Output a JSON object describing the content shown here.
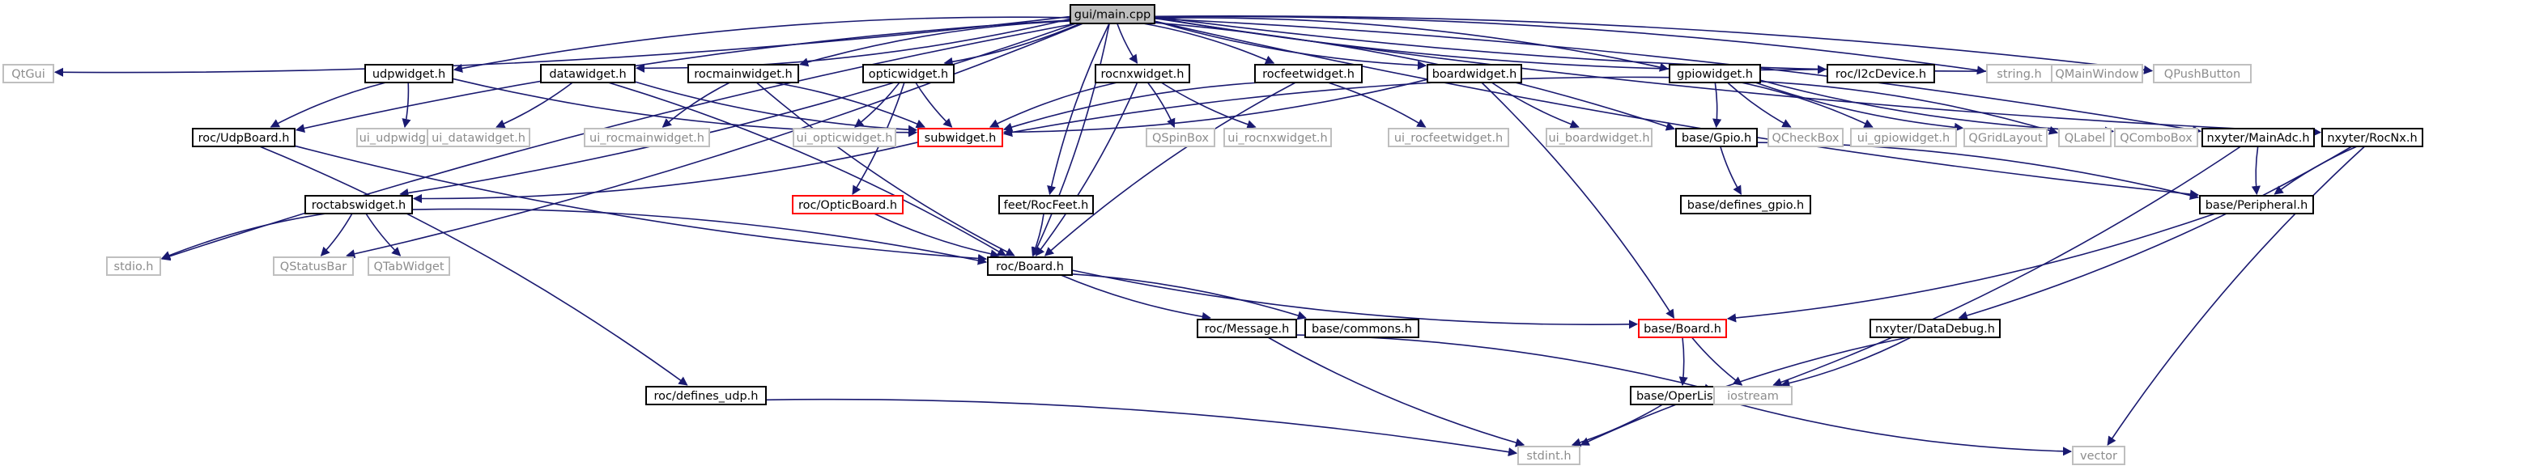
{
  "nodes": [
    {
      "id": "main",
      "label": "gui/main.cpp",
      "style": "root"
    },
    {
      "id": "qtgui",
      "label": "QtGui",
      "style": "ext"
    },
    {
      "id": "udpwidget",
      "label": "udpwidget.h",
      "style": "normal"
    },
    {
      "id": "datawidget",
      "label": "datawidget.h",
      "style": "normal"
    },
    {
      "id": "rocmainwidget",
      "label": "rocmainwidget.h",
      "style": "normal"
    },
    {
      "id": "opticwidget",
      "label": "opticwidget.h",
      "style": "normal"
    },
    {
      "id": "rocnxwidget",
      "label": "rocnxwidget.h",
      "style": "normal"
    },
    {
      "id": "rocfeetwidget",
      "label": "rocfeetwidget.h",
      "style": "normal"
    },
    {
      "id": "boardwidget",
      "label": "boardwidget.h",
      "style": "normal"
    },
    {
      "id": "gpiowidget",
      "label": "gpiowidget.h",
      "style": "normal"
    },
    {
      "id": "i2cdevice",
      "label": "roc/I2cDevice.h",
      "style": "normal"
    },
    {
      "id": "stringh",
      "label": "string.h",
      "style": "ext"
    },
    {
      "id": "qmainwindow",
      "label": "QMainWindow",
      "style": "ext"
    },
    {
      "id": "qpushbutton",
      "label": "QPushButton",
      "style": "ext"
    },
    {
      "id": "udpboard",
      "label": "roc/UdpBoard.h",
      "style": "normal"
    },
    {
      "id": "ui_udpwidget",
      "label": "ui_udpwidget.h",
      "style": "ext"
    },
    {
      "id": "ui_datawidget",
      "label": "ui_datawidget.h",
      "style": "ext"
    },
    {
      "id": "ui_rocmainwidget",
      "label": "ui_rocmainwidget.h",
      "style": "ext"
    },
    {
      "id": "ui_opticwidget",
      "label": "ui_opticwidget.h",
      "style": "ext"
    },
    {
      "id": "subwidget",
      "label": "subwidget.h",
      "style": "red"
    },
    {
      "id": "qspinbox",
      "label": "QSpinBox",
      "style": "ext"
    },
    {
      "id": "ui_rocnxwidget",
      "label": "ui_rocnxwidget.h",
      "style": "ext"
    },
    {
      "id": "ui_rocfeetwidget",
      "label": "ui_rocfeetwidget.h",
      "style": "ext"
    },
    {
      "id": "ui_boardwidget",
      "label": "ui_boardwidget.h",
      "style": "ext"
    },
    {
      "id": "basegpio",
      "label": "base/Gpio.h",
      "style": "normal"
    },
    {
      "id": "qcheckbox",
      "label": "QCheckBox",
      "style": "ext"
    },
    {
      "id": "ui_gpiowidget",
      "label": "ui_gpiowidget.h",
      "style": "ext"
    },
    {
      "id": "qgridlayout",
      "label": "QGridLayout",
      "style": "ext"
    },
    {
      "id": "qlabel",
      "label": "QLabel",
      "style": "ext"
    },
    {
      "id": "qcombobox",
      "label": "QComboBox",
      "style": "ext"
    },
    {
      "id": "mainadc",
      "label": "nxyter/MainAdc.h",
      "style": "normal"
    },
    {
      "id": "rocnx",
      "label": "nxyter/RocNx.h",
      "style": "normal"
    },
    {
      "id": "roctabswidget",
      "label": "roctabswidget.h",
      "style": "normal"
    },
    {
      "id": "opticboard",
      "label": "roc/OpticBoard.h",
      "style": "red"
    },
    {
      "id": "rocfeet",
      "label": "feet/RocFeet.h",
      "style": "normal"
    },
    {
      "id": "definesgpio",
      "label": "base/defines_gpio.h",
      "style": "normal"
    },
    {
      "id": "peripheral",
      "label": "base/Peripheral.h",
      "style": "normal"
    },
    {
      "id": "stdioh",
      "label": "stdio.h",
      "style": "ext"
    },
    {
      "id": "qstatusbar",
      "label": "QStatusBar",
      "style": "ext"
    },
    {
      "id": "qtabwidget",
      "label": "QTabWidget",
      "style": "ext"
    },
    {
      "id": "rocboard",
      "label": "roc/Board.h",
      "style": "normal"
    },
    {
      "id": "rocmessage",
      "label": "roc/Message.h",
      "style": "normal"
    },
    {
      "id": "basecommons",
      "label": "base/commons.h",
      "style": "normal"
    },
    {
      "id": "baseboard",
      "label": "base/Board.h",
      "style": "red"
    },
    {
      "id": "datadebug",
      "label": "nxyter/DataDebug.h",
      "style": "normal"
    },
    {
      "id": "definesudp",
      "label": "roc/defines_udp.h",
      "style": "normal"
    },
    {
      "id": "operlist",
      "label": "base/OperList.h",
      "style": "normal"
    },
    {
      "id": "iostream",
      "label": "iostream",
      "style": "ext"
    },
    {
      "id": "stdint",
      "label": "stdint.h",
      "style": "ext"
    },
    {
      "id": "vector",
      "label": "vector",
      "style": "ext"
    }
  ],
  "edges": [
    [
      "main",
      "qtgui"
    ],
    [
      "main",
      "udpwidget"
    ],
    [
      "main",
      "datawidget"
    ],
    [
      "main",
      "rocmainwidget"
    ],
    [
      "main",
      "opticwidget"
    ],
    [
      "main",
      "rocnxwidget"
    ],
    [
      "main",
      "rocfeetwidget"
    ],
    [
      "main",
      "boardwidget"
    ],
    [
      "main",
      "gpiowidget"
    ],
    [
      "main",
      "i2cdevice"
    ],
    [
      "main",
      "stringh"
    ],
    [
      "main",
      "qmainwindow"
    ],
    [
      "main",
      "qpushbutton"
    ],
    [
      "main",
      "udpboard"
    ],
    [
      "main",
      "roctabswidget"
    ],
    [
      "main",
      "stdioh"
    ],
    [
      "main",
      "qstatusbar"
    ],
    [
      "main",
      "rocfeet"
    ],
    [
      "main",
      "rocboard"
    ],
    [
      "main",
      "rocnx"
    ],
    [
      "main",
      "mainadc"
    ],
    [
      "main",
      "peripheral"
    ],
    [
      "main",
      "basegpio"
    ],
    [
      "udpwidget",
      "udpboard"
    ],
    [
      "udpwidget",
      "ui_udpwidget"
    ],
    [
      "udpwidget",
      "subwidget"
    ],
    [
      "datawidget",
      "ui_datawidget"
    ],
    [
      "datawidget",
      "subwidget"
    ],
    [
      "datawidget",
      "rocboard"
    ],
    [
      "rocmainwidget",
      "ui_rocmainwidget"
    ],
    [
      "rocmainwidget",
      "subwidget"
    ],
    [
      "rocmainwidget",
      "rocboard"
    ],
    [
      "opticwidget",
      "ui_opticwidget"
    ],
    [
      "opticwidget",
      "subwidget"
    ],
    [
      "opticwidget",
      "opticboard"
    ],
    [
      "rocnxwidget",
      "subwidget"
    ],
    [
      "rocnxwidget",
      "qspinbox"
    ],
    [
      "rocnxwidget",
      "ui_rocnxwidget"
    ],
    [
      "rocnxwidget",
      "rocboard"
    ],
    [
      "rocfeetwidget",
      "subwidget"
    ],
    [
      "rocfeetwidget",
      "ui_rocfeetwidget"
    ],
    [
      "rocfeetwidget",
      "rocboard"
    ],
    [
      "boardwidget",
      "subwidget"
    ],
    [
      "boardwidget",
      "ui_boardwidget"
    ],
    [
      "boardwidget",
      "baseboard"
    ],
    [
      "gpiowidget",
      "subwidget"
    ],
    [
      "gpiowidget",
      "basegpio"
    ],
    [
      "gpiowidget",
      "qcheckbox"
    ],
    [
      "gpiowidget",
      "ui_gpiowidget"
    ],
    [
      "gpiowidget",
      "qgridlayout"
    ],
    [
      "gpiowidget",
      "qlabel"
    ],
    [
      "gpiowidget",
      "qcombobox"
    ],
    [
      "subwidget",
      "roctabswidget"
    ],
    [
      "udpboard",
      "rocboard"
    ],
    [
      "udpboard",
      "definesudp"
    ],
    [
      "roctabswidget",
      "stdioh"
    ],
    [
      "roctabswidget",
      "qstatusbar"
    ],
    [
      "roctabswidget",
      "qtabwidget"
    ],
    [
      "roctabswidget",
      "rocboard"
    ],
    [
      "opticboard",
      "rocboard"
    ],
    [
      "rocfeet",
      "rocboard"
    ],
    [
      "basegpio",
      "definesgpio"
    ],
    [
      "basegpio",
      "peripheral"
    ],
    [
      "mainadc",
      "peripheral"
    ],
    [
      "mainadc",
      "iostream"
    ],
    [
      "rocnx",
      "peripheral"
    ],
    [
      "rocnx",
      "datadebug"
    ],
    [
      "rocnx",
      "vector"
    ],
    [
      "peripheral",
      "baseboard"
    ],
    [
      "rocboard",
      "rocmessage"
    ],
    [
      "rocboard",
      "basecommons"
    ],
    [
      "rocboard",
      "baseboard"
    ],
    [
      "rocmessage",
      "iostream"
    ],
    [
      "rocmessage",
      "stdint"
    ],
    [
      "baseboard",
      "operlist"
    ],
    [
      "baseboard",
      "iostream"
    ],
    [
      "operlist",
      "stdint"
    ],
    [
      "operlist",
      "vector"
    ],
    [
      "datadebug",
      "iostream"
    ],
    [
      "datadebug",
      "stdint"
    ],
    [
      "definesudp",
      "stdint"
    ]
  ],
  "colors": {
    "edge": "#191970",
    "normal_border": "#000000",
    "ext_border": "#bfbfbf",
    "red_border": "#ff0000",
    "root_fill": "#bfbfbf",
    "normal_text": "#000000",
    "ext_text": "#8c8c8c"
  }
}
